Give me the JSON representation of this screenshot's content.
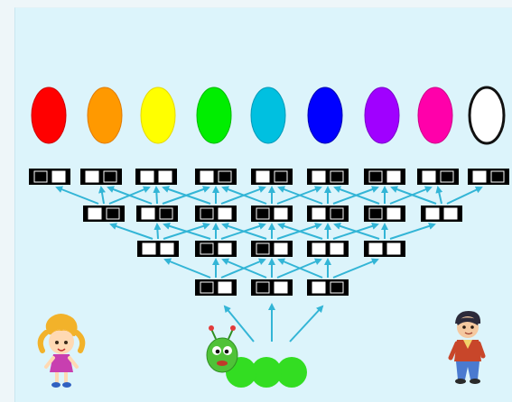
{
  "game": {
    "eggs": [
      {
        "name": "red-egg",
        "fill": "#ff0000",
        "stroke": "#cc0000"
      },
      {
        "name": "orange-egg",
        "fill": "#ff9900",
        "stroke": "#e07a00"
      },
      {
        "name": "yellow-egg",
        "fill": "#ffff00",
        "stroke": "#e6d800"
      },
      {
        "name": "green-egg",
        "fill": "#00ee00",
        "stroke": "#00b800"
      },
      {
        "name": "cyan-egg",
        "fill": "#00c0e0",
        "stroke": "#0099b8"
      },
      {
        "name": "blue-egg",
        "fill": "#0000ff",
        "stroke": "#0000b0"
      },
      {
        "name": "purple-egg",
        "fill": "#a000ff",
        "stroke": "#7a00c8"
      },
      {
        "name": "magenta-egg",
        "fill": "#ff00aa",
        "stroke": "#cc0088"
      },
      {
        "name": "white-egg",
        "fill": "#ffffff",
        "stroke": "#111111"
      }
    ],
    "domino_rows": [
      [
        [
          1,
          0
        ],
        [
          0,
          1
        ],
        [
          0,
          0
        ],
        [
          0,
          1
        ],
        [
          0,
          1
        ],
        [
          0,
          1
        ],
        [
          1,
          0
        ],
        [
          0,
          1
        ],
        [
          0,
          1
        ]
      ],
      [
        [
          0,
          1
        ],
        [
          0,
          1
        ],
        [
          1,
          0
        ],
        [
          1,
          0
        ],
        [
          0,
          1
        ],
        [
          1,
          0
        ],
        [
          0,
          0
        ]
      ],
      [
        [
          0,
          0
        ],
        [
          1,
          0
        ],
        [
          1,
          0
        ],
        [
          0,
          0
        ],
        [
          0,
          0
        ]
      ],
      [
        [
          1,
          0
        ],
        [
          1,
          0
        ],
        [
          0,
          1
        ]
      ]
    ],
    "colors": {
      "arrow": "#33b5d6",
      "domino_dark": "#000000",
      "domino_light": "#ffffff",
      "caterpillar": "#33dd22",
      "background": "#dcf4fb"
    },
    "characters": [
      "girl",
      "caterpillar",
      "boy"
    ]
  }
}
